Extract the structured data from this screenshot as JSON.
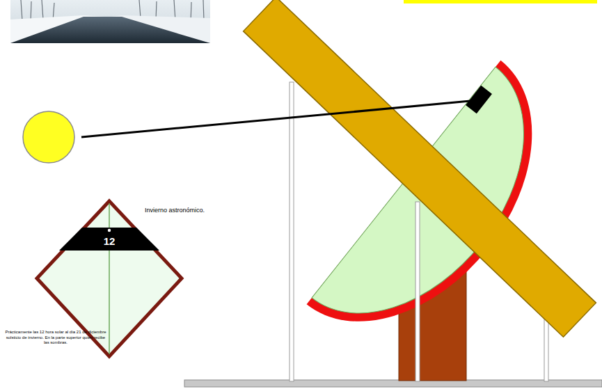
{
  "diagram": {
    "nodes": [
      {
        "text": [
          "12"
        ]
      }
    ],
    "labels": [
      "Invierno astronómico.",
      "Prácticamente las 12 hora solar al día 21 de diciembre solsticio de invierno. En la parte superior quien recibe las sombras."
    ]
  }
}
